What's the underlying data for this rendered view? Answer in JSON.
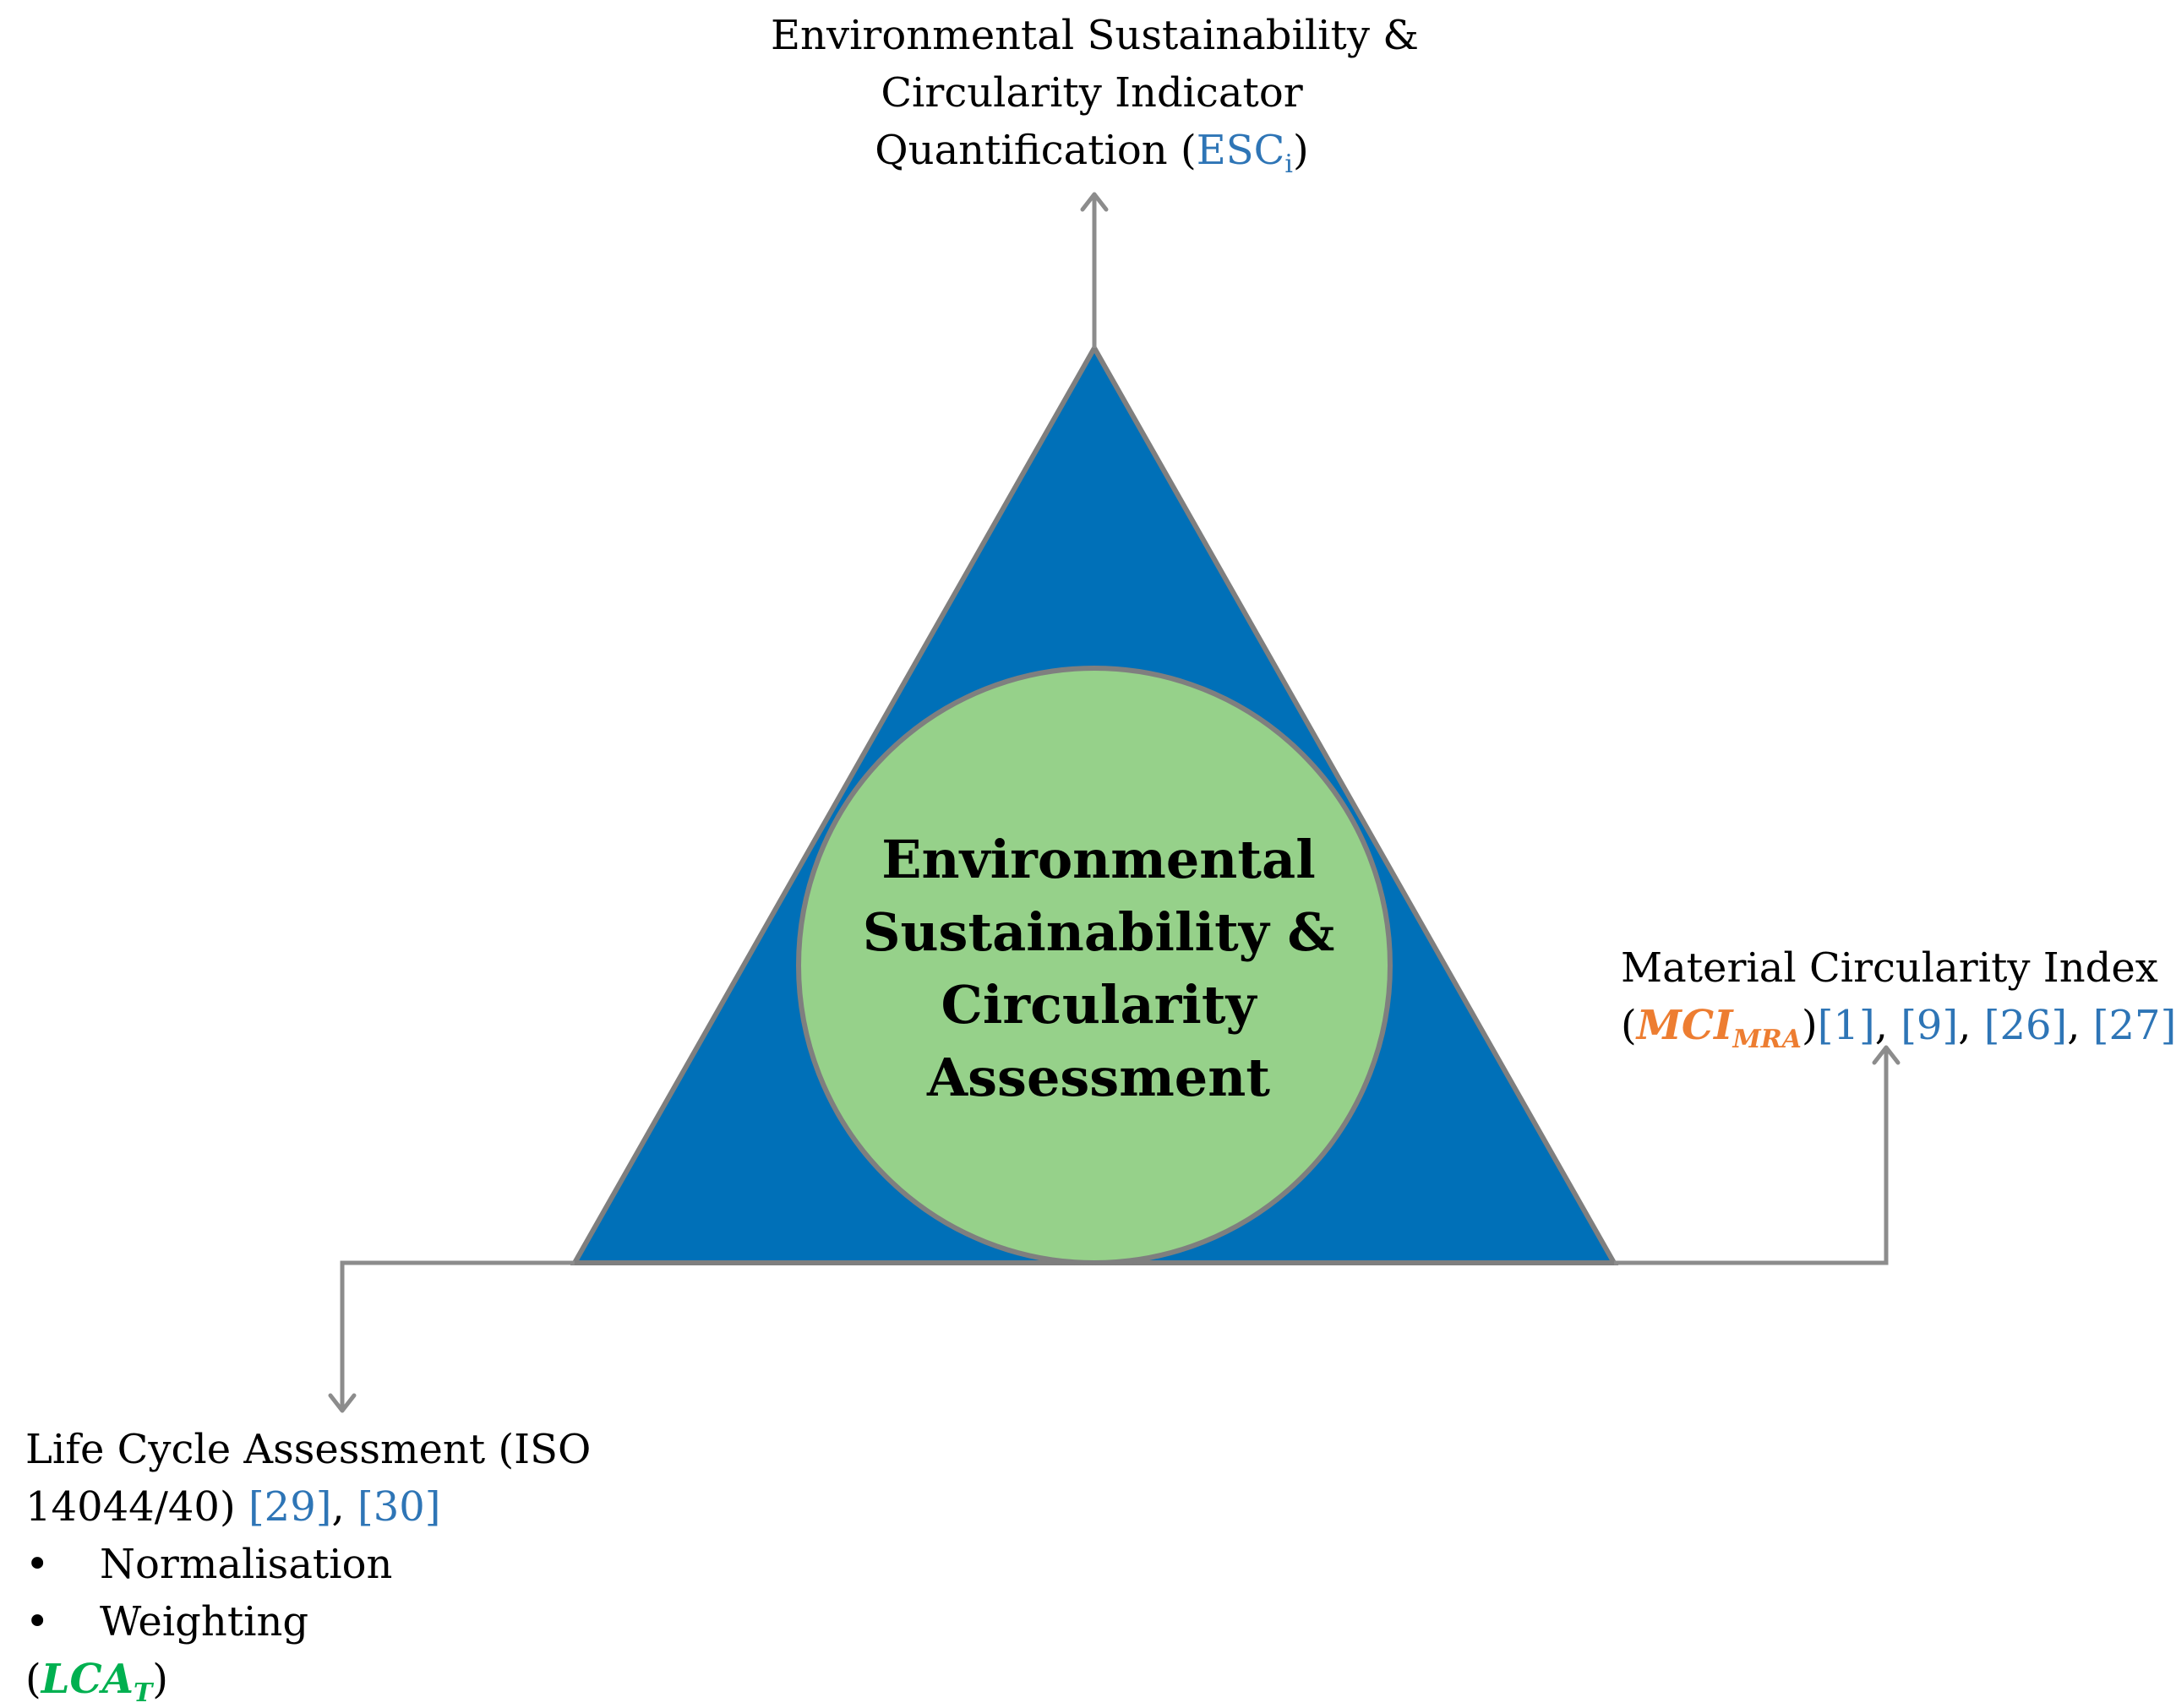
{
  "colors": {
    "triangle_fill": "#0070B8",
    "circle_fill": "#96D18A",
    "outline": "#7F7F7F",
    "reference": "#2E75B6",
    "mci_highlight": "#ED7D31",
    "lca_highlight": "#00B050"
  },
  "center": {
    "lines": [
      "Environmental",
      "Sustainability &",
      "Circularity",
      "Assessment"
    ]
  },
  "top": {
    "lines": [
      "Environmental Sustainability &",
      "Circularity Indicator"
    ],
    "line3_prefix": "Quantification (",
    "code": "ESC",
    "code_sub": "i",
    "line3_suffix": ")"
  },
  "right": {
    "line1": "Material Circularity Index",
    "open_paren": "(",
    "code": "MCI",
    "code_sub": "MRA",
    "close_paren": ")",
    "refs": [
      "[1]",
      "[9]",
      "[26]",
      "[27]"
    ]
  },
  "left": {
    "line1": "Life Cycle Assessment (ISO",
    "line2_prefix": "14044/40) ",
    "refs": [
      "[29]",
      "[30]"
    ],
    "bullet": "•",
    "bullets": [
      "Normalisation",
      "Weighting"
    ],
    "open_paren": "(",
    "code": "LCA",
    "code_sub": "T",
    "close_paren": ")"
  }
}
